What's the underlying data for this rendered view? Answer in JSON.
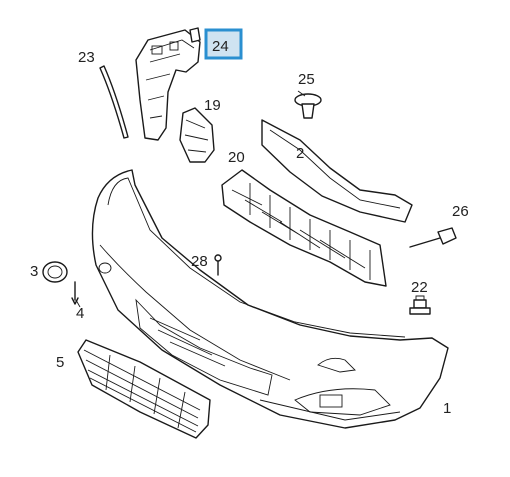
{
  "diagram": {
    "highlight_color": "#2a8fd0",
    "highlighted_part": "24",
    "callouts": [
      {
        "id": "p1",
        "label": "1"
      },
      {
        "id": "p2",
        "label": "2"
      },
      {
        "id": "p3",
        "label": "3"
      },
      {
        "id": "p4",
        "label": "4"
      },
      {
        "id": "p5",
        "label": "5"
      },
      {
        "id": "p19",
        "label": "19"
      },
      {
        "id": "p20",
        "label": "20"
      },
      {
        "id": "p22",
        "label": "22"
      },
      {
        "id": "p23",
        "label": "23"
      },
      {
        "id": "p24",
        "label": "24"
      },
      {
        "id": "p25",
        "label": "25"
      },
      {
        "id": "p26",
        "label": "26"
      },
      {
        "id": "p28",
        "label": "28"
      }
    ]
  }
}
